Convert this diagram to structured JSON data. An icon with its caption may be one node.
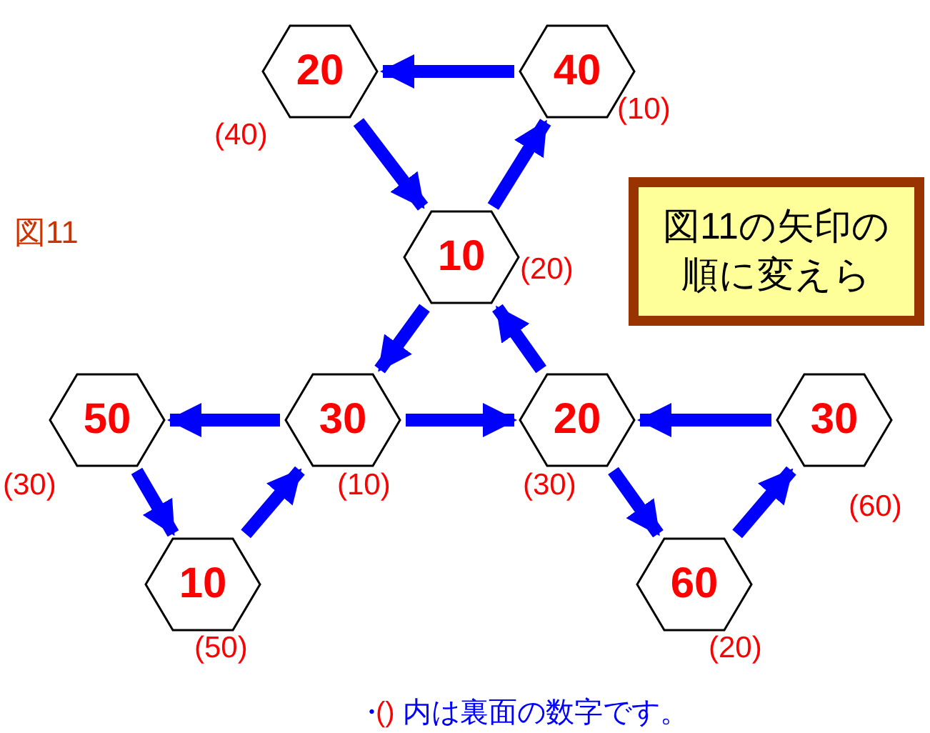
{
  "diagram": {
    "nodes": [
      {
        "text": [
          "20"
        ],
        "beside": [
          "(40)"
        ]
      },
      {
        "text": [
          "40"
        ],
        "beside": [
          "(10)"
        ]
      },
      {
        "text": [
          "10"
        ],
        "beside": [
          "(20)"
        ]
      },
      {
        "text": [
          "50"
        ],
        "beside": [
          "(30)"
        ]
      },
      {
        "text": [
          "30"
        ],
        "beside": [
          "(10)"
        ]
      },
      {
        "text": [
          "20"
        ],
        "beside": [
          "(30)"
        ]
      },
      {
        "text": [
          "30"
        ],
        "beside": [
          "(60)"
        ]
      },
      {
        "text": [
          "10"
        ],
        "beside": [
          "(50)"
        ]
      },
      {
        "text": [
          "60"
        ],
        "beside": [
          "(20)"
        ]
      },
      {
        "text": [
          "図11の矢印の順に変えら"
        ]
      }
    ],
    "edges": [
      {
        "from": 1,
        "to": 0,
        "arrow": "to"
      },
      {
        "from": 0,
        "to": 2,
        "arrow": "to"
      },
      {
        "from": 2,
        "to": 1,
        "arrow": "to"
      },
      {
        "from": 2,
        "to": 4,
        "arrow": "to"
      },
      {
        "from": 5,
        "to": 2,
        "arrow": "to"
      },
      {
        "from": 4,
        "to": 5,
        "arrow": "to"
      },
      {
        "from": 4,
        "to": 3,
        "arrow": "to"
      },
      {
        "from": 3,
        "to": 7,
        "arrow": "to"
      },
      {
        "from": 7,
        "to": 4,
        "arrow": "to"
      },
      {
        "from": 6,
        "to": 5,
        "arrow": "to"
      },
      {
        "from": 5,
        "to": 8,
        "arrow": "to"
      },
      {
        "from": 8,
        "to": 6,
        "arrow": "to"
      }
    ],
    "labels": [
      "図11",
      "・",
      "()",
      "内は裏面の数字です。"
    ]
  }
}
